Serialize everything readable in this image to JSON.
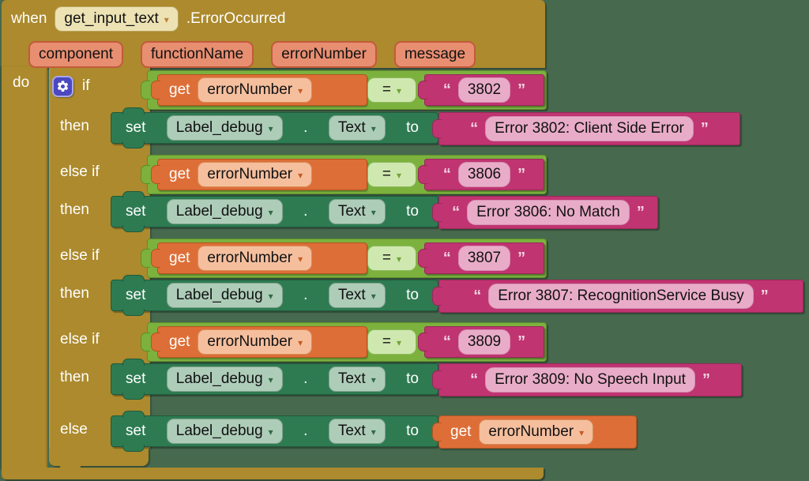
{
  "ui": {
    "dropdown_glyph": "▾"
  },
  "colors": {
    "canvas_bg": "#47694E",
    "event_block_gold": "#AC8A2D",
    "compare_block_green": "#7CB13E",
    "get_block_orange": "#DD6E37",
    "text_block_magenta": "#C03471",
    "set_block_dark_green": "#2E7B52",
    "mutator_gear_blue": "#4B48C1"
  },
  "when_block": {
    "keyword": "when",
    "component_dropdown": "get_input_text",
    "event_suffix": ".ErrorOccurred",
    "params": [
      "component",
      "functionName",
      "errorNumber",
      "message"
    ],
    "do_label": "do"
  },
  "if_block": {
    "if_label": "if",
    "else_if_label": "else if",
    "then_label": "then",
    "else_label": "else",
    "clauses": [
      {
        "condition_value": "3802",
        "result_text": "Error 3802: Client Side Error"
      },
      {
        "condition_value": "3806",
        "result_text": "Error 3806: No Match"
      },
      {
        "condition_value": "3807",
        "result_text": "Error 3807: RecognitionService Busy"
      },
      {
        "condition_value": "3809",
        "result_text": "Error 3809: No Speech Input"
      }
    ]
  },
  "blocks": {
    "get_label": "get",
    "var_name": "errorNumber",
    "operator": "=",
    "set_label": "set",
    "set_target": "Label_debug",
    "dot": ".",
    "set_property": "Text",
    "to_label": "to",
    "quote_open": "“",
    "quote_close": "”"
  }
}
